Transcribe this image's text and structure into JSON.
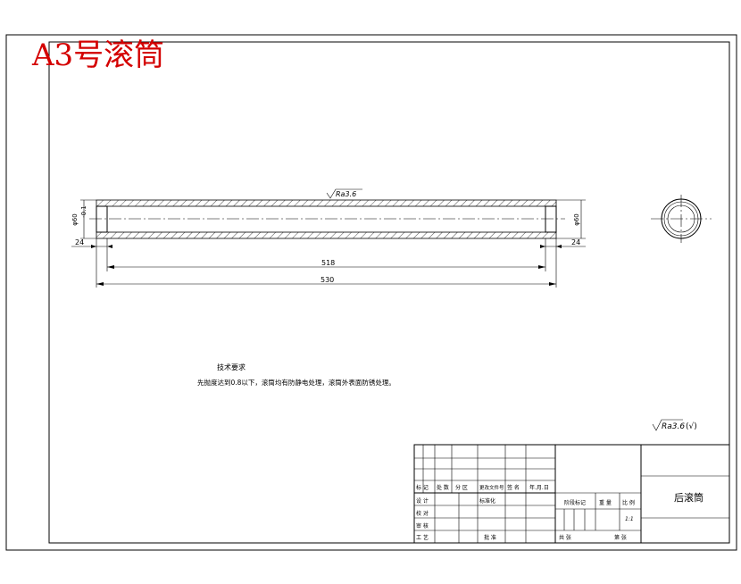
{
  "sheet_title": "A3号滚筒",
  "drawing": {
    "surface_finish_top": "Ra3.6",
    "dim_inner_dia": "φ60",
    "dim_outer_dia": "φ60",
    "dim_left_offset": "24",
    "dim_right_offset": "24",
    "dim_inner_length": "518",
    "dim_total_length": "530"
  },
  "notes": {
    "heading": "技术要求",
    "body": "先抛度达到0.8以下，滚筒均有防静电处理，滚筒外表面防锈处理。"
  },
  "general_finish": {
    "value": "Ra3.6",
    "paren": "(√)"
  },
  "title_block": {
    "rev_headers": [
      "标 记",
      "处 数",
      "分 区",
      "更改文件号",
      "签 名",
      "年.月.日"
    ],
    "role_labels": [
      "设 计",
      "校 对",
      "审 核",
      "工 艺"
    ],
    "std_label": "标准化",
    "approve_label": "批 准",
    "stage_label": "阶段标记",
    "weight_label": "重 量",
    "scale_label": "比 例",
    "scale_value": "1:1",
    "sheets_label": "共 张",
    "sheet_label": "第 张",
    "part_name": "后滚筒"
  }
}
